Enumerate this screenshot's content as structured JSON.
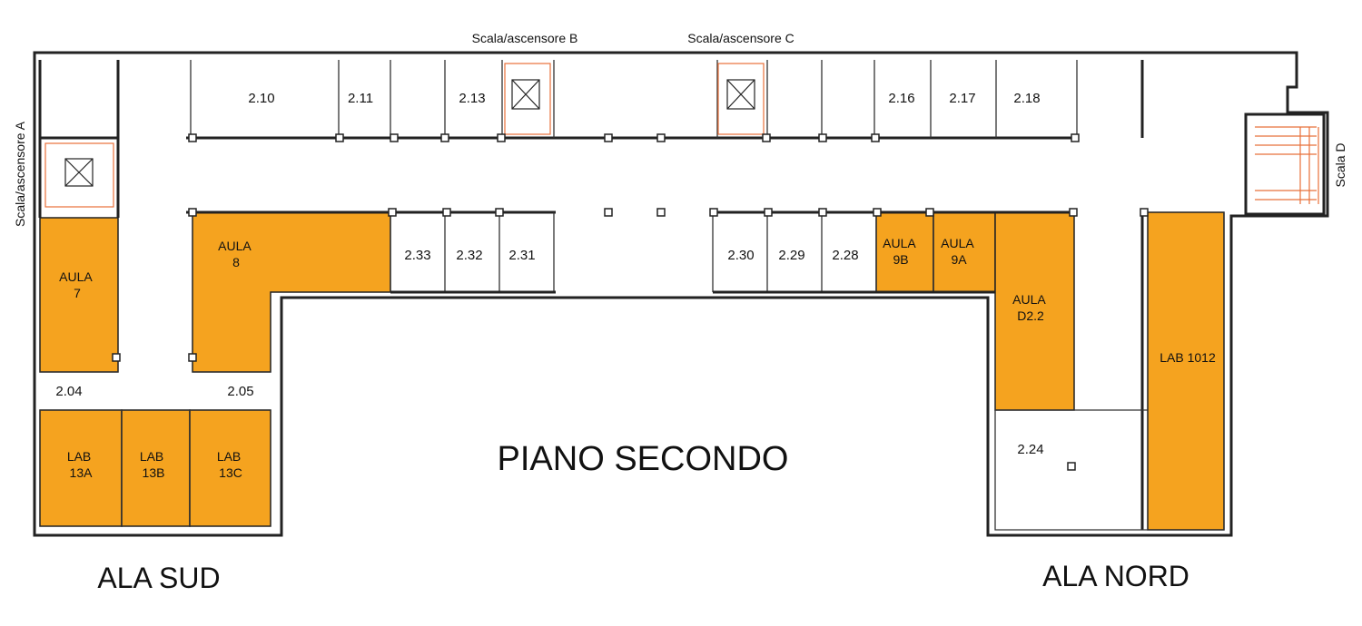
{
  "title": "PIANO SECONDO",
  "wings": {
    "south": "ALA SUD",
    "north": "ALA NORD"
  },
  "stairs": {
    "a": "Scala/ascensore A",
    "b": "Scala/ascensore B",
    "c": "Scala/ascensore C",
    "d": "Scala D"
  },
  "rooms": {
    "r210": "2.10",
    "r211": "2.11",
    "r213": "2.13",
    "r216": "2.16",
    "r217": "2.17",
    "r218": "2.18",
    "r233": "2.33",
    "r232": "2.32",
    "r231": "2.31",
    "r230": "2.30",
    "r229": "2.29",
    "r228": "2.28",
    "r204": "2.04",
    "r205": "2.05",
    "r224": "2.24"
  },
  "classrooms": {
    "aula7": [
      "AULA",
      "7"
    ],
    "aula8": [
      "AULA",
      "8"
    ],
    "aula9b": [
      "AULA",
      "9B"
    ],
    "aula9a": [
      "AULA",
      "9A"
    ],
    "aulad22": [
      "AULA",
      "D2.2"
    ],
    "lab13a": [
      "LAB",
      "13A"
    ],
    "lab13b": [
      "LAB",
      "13B"
    ],
    "lab13c": [
      "LAB",
      "13C"
    ],
    "lab1012": [
      "LAB 1012"
    ]
  },
  "colors": {
    "highlight": "#f5a31f",
    "wall": "#222222",
    "door": "#e8703a"
  }
}
